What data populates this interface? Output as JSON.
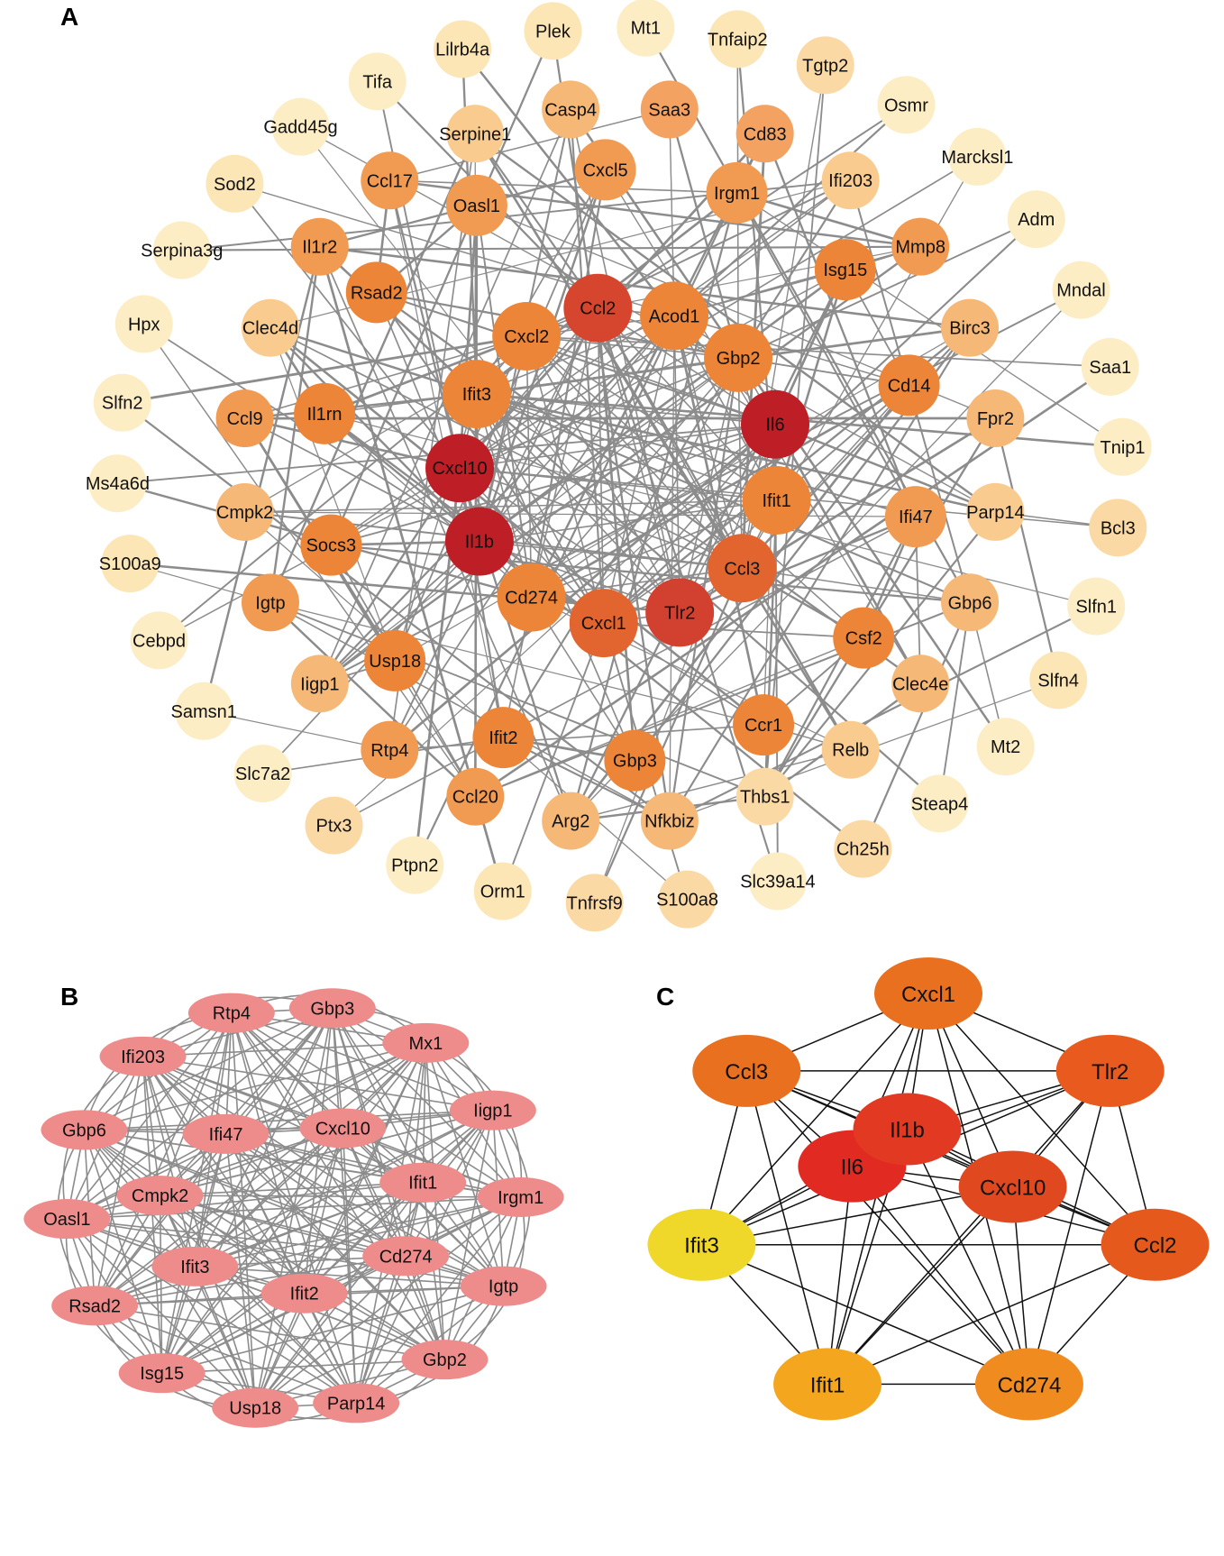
{
  "panels": [
    {
      "id": "A",
      "label": "A",
      "center_nodes": [
        {
          "name": "Ccl2",
          "color": "#d6462e"
        },
        {
          "name": "Acod1",
          "color": "#ec8537"
        },
        {
          "name": "Gbp2",
          "color": "#ec8537"
        },
        {
          "name": "Il6",
          "color": "#be1e25"
        },
        {
          "name": "Ifit1",
          "color": "#ec8537"
        },
        {
          "name": "Ccl3",
          "color": "#e2652f"
        },
        {
          "name": "Tlr2",
          "color": "#d24030"
        },
        {
          "name": "Cxcl1",
          "color": "#e2652f"
        },
        {
          "name": "Cd274",
          "color": "#ec8537"
        },
        {
          "name": "Il1b",
          "color": "#be1e25"
        },
        {
          "name": "Cxcl10",
          "color": "#be1e25"
        },
        {
          "name": "Ifit3",
          "color": "#ec8537"
        },
        {
          "name": "Cxcl2",
          "color": "#ec8537"
        }
      ],
      "middle_nodes": [
        {
          "name": "Saa3",
          "color": "#f3a262"
        },
        {
          "name": "Cd83",
          "color": "#f3a262"
        },
        {
          "name": "Ifi203",
          "color": "#f9cb8e"
        },
        {
          "name": "Mmp8",
          "color": "#f19a52"
        },
        {
          "name": "Birc3",
          "color": "#f6b877"
        },
        {
          "name": "Fpr2",
          "color": "#f6b877"
        },
        {
          "name": "Parp14",
          "color": "#f9cb8e"
        },
        {
          "name": "Gbp6",
          "color": "#f6b877"
        },
        {
          "name": "Clec4e",
          "color": "#f6b877"
        },
        {
          "name": "Relb",
          "color": "#f9cb8e"
        },
        {
          "name": "Thbs1",
          "color": "#fbd9a5"
        },
        {
          "name": "Nfkbiz",
          "color": "#f6b877"
        },
        {
          "name": "Arg2",
          "color": "#f6b877"
        },
        {
          "name": "Ccl20",
          "color": "#f19a52"
        },
        {
          "name": "Rtp4",
          "color": "#f19a52"
        },
        {
          "name": "Iigp1",
          "color": "#f6b877"
        },
        {
          "name": "Igtp",
          "color": "#f19a52"
        },
        {
          "name": "Cmpk2",
          "color": "#f6b877"
        },
        {
          "name": "Ccl9",
          "color": "#f19a52"
        },
        {
          "name": "Clec4d",
          "color": "#f9cb8e"
        },
        {
          "name": "Il1r2",
          "color": "#f19a52"
        },
        {
          "name": "Ccl17",
          "color": "#f19a52"
        },
        {
          "name": "Serpine1",
          "color": "#f9cb8e"
        },
        {
          "name": "Casp4",
          "color": "#f6b877"
        }
      ],
      "inner_nodes": [
        {
          "name": "Cxcl5",
          "color": "#f19a52"
        },
        {
          "name": "Irgm1",
          "color": "#f19a52"
        },
        {
          "name": "Isg15",
          "color": "#ec8537"
        },
        {
          "name": "Cd14",
          "color": "#ec8537"
        },
        {
          "name": "Ifi47",
          "color": "#f19a52"
        },
        {
          "name": "Csf2",
          "color": "#ec8537"
        },
        {
          "name": "Ccr1",
          "color": "#ec8537"
        },
        {
          "name": "Gbp3",
          "color": "#ec8537"
        },
        {
          "name": "Ifit2",
          "color": "#ec8537"
        },
        {
          "name": "Usp18",
          "color": "#ec8537"
        },
        {
          "name": "Socs3",
          "color": "#ec8537"
        },
        {
          "name": "Il1rn",
          "color": "#ec8537"
        },
        {
          "name": "Rsad2",
          "color": "#ec8537"
        },
        {
          "name": "Oasl1",
          "color": "#f19a52"
        }
      ],
      "outer_nodes": [
        {
          "name": "Mt1",
          "color": "#fcedc5"
        },
        {
          "name": "Tnfaip2",
          "color": "#fce6b6"
        },
        {
          "name": "Tgtp2",
          "color": "#fbd9a5"
        },
        {
          "name": "Osmr",
          "color": "#fcedc5"
        },
        {
          "name": "Marcksl1",
          "color": "#fcedc5"
        },
        {
          "name": "Adm",
          "color": "#fcedc5"
        },
        {
          "name": "Mndal",
          "color": "#fcedc5"
        },
        {
          "name": "Saa1",
          "color": "#fcedc5"
        },
        {
          "name": "Tnip1",
          "color": "#fcedc5"
        },
        {
          "name": "Bcl3",
          "color": "#fbd9a5"
        },
        {
          "name": "Slfn1",
          "color": "#fcedc5"
        },
        {
          "name": "Slfn4",
          "color": "#fce6b6"
        },
        {
          "name": "Mt2",
          "color": "#fcedc5"
        },
        {
          "name": "Steap4",
          "color": "#fcedc5"
        },
        {
          "name": "Ch25h",
          "color": "#fbd9a5"
        },
        {
          "name": "Slc39a14",
          "color": "#fcedc5"
        },
        {
          "name": "S100a8",
          "color": "#fbd9a5"
        },
        {
          "name": "Tnfrsf9",
          "color": "#fbd9a5"
        },
        {
          "name": "Orm1",
          "color": "#fce6b6"
        },
        {
          "name": "Ptpn2",
          "color": "#fcedc5"
        },
        {
          "name": "Ptx3",
          "color": "#fbd9a5"
        },
        {
          "name": "Slc7a2",
          "color": "#fcedc5"
        },
        {
          "name": "Samsn1",
          "color": "#fcedc5"
        },
        {
          "name": "Cebpd",
          "color": "#fcedc5"
        },
        {
          "name": "S100a9",
          "color": "#fce6b6"
        },
        {
          "name": "Ms4a6d",
          "color": "#fcedc5"
        },
        {
          "name": "Slfn2",
          "color": "#fcedc5"
        },
        {
          "name": "Hpx",
          "color": "#fcedc5"
        },
        {
          "name": "Serpina3g",
          "color": "#fcedc5"
        },
        {
          "name": "Sod2",
          "color": "#fce6b6"
        },
        {
          "name": "Gadd45g",
          "color": "#fcedc5"
        },
        {
          "name": "Tifa",
          "color": "#fcedc5"
        },
        {
          "name": "Lilrb4a",
          "color": "#fce6b6"
        },
        {
          "name": "Plek",
          "color": "#fce6b6"
        }
      ],
      "edge_color": "#8c8c8c"
    },
    {
      "id": "B",
      "label": "B",
      "node_color": "#ee8c8c",
      "edge_color": "#8c8c8c",
      "outer_nodes": [
        "Gbp3",
        "Mx1",
        "Iigp1",
        "Irgm1",
        "Igtp",
        "Gbp2",
        "Parp14",
        "Usp18",
        "Isg15",
        "Rsad2",
        "Oasl1",
        "Gbp6",
        "Ifi203",
        "Rtp4"
      ],
      "inner_nodes": [
        "Cxcl10",
        "Ifit1",
        "Cd274",
        "Ifit2",
        "Ifit3",
        "Cmpk2",
        "Ifi47"
      ]
    },
    {
      "id": "C",
      "label": "C",
      "edge_color": "#111111",
      "nodes": [
        {
          "name": "Cxcl1",
          "color": "#e8701f"
        },
        {
          "name": "Tlr2",
          "color": "#e85a1e"
        },
        {
          "name": "Ccl2",
          "color": "#e55a1c"
        },
        {
          "name": "Cd274",
          "color": "#f08b20"
        },
        {
          "name": "Ifit1",
          "color": "#f3a61e"
        },
        {
          "name": "Ifit3",
          "color": "#f0d82a"
        },
        {
          "name": "Ccl3",
          "color": "#e8701f"
        },
        {
          "name": "Il6",
          "color": "#e12a22"
        },
        {
          "name": "Il1b",
          "color": "#e23a22"
        },
        {
          "name": "Cxcl10",
          "color": "#e0491f"
        }
      ]
    }
  ]
}
